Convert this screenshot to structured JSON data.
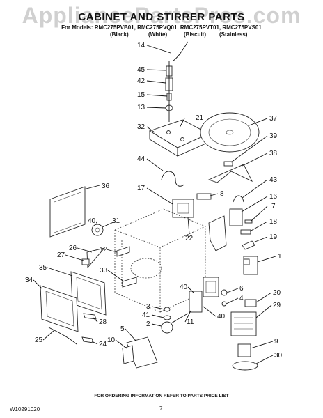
{
  "watermark": "AppliancePartsPros.com",
  "title": "CABINET AND STIRRER PARTS",
  "models_line": "For Models: RMC275PVB01, RMC275PVQ01, RMC275PVT01, RMC275PVS01",
  "columns": [
    "(Black)",
    "(White)",
    "(Biscuit)",
    "(Stainless)"
  ],
  "footer": {
    "note": "FOR ORDERING INFORMATION REFER TO PARTS PRICE LIST",
    "code": "W10291020",
    "page": "7"
  },
  "part_numbers": [
    "14",
    "45",
    "42",
    "15",
    "13",
    "21",
    "32",
    "37",
    "39",
    "38",
    "44",
    "36",
    "17",
    "8",
    "43",
    "16",
    "7",
    "40",
    "31",
    "22",
    "18",
    "19",
    "26",
    "27",
    "12",
    "1",
    "35",
    "33",
    "34",
    "40",
    "6",
    "4",
    "20",
    "29",
    "3",
    "41",
    "2",
    "11",
    "40",
    "28",
    "5",
    "10",
    "24",
    "25",
    "9",
    "30"
  ]
}
